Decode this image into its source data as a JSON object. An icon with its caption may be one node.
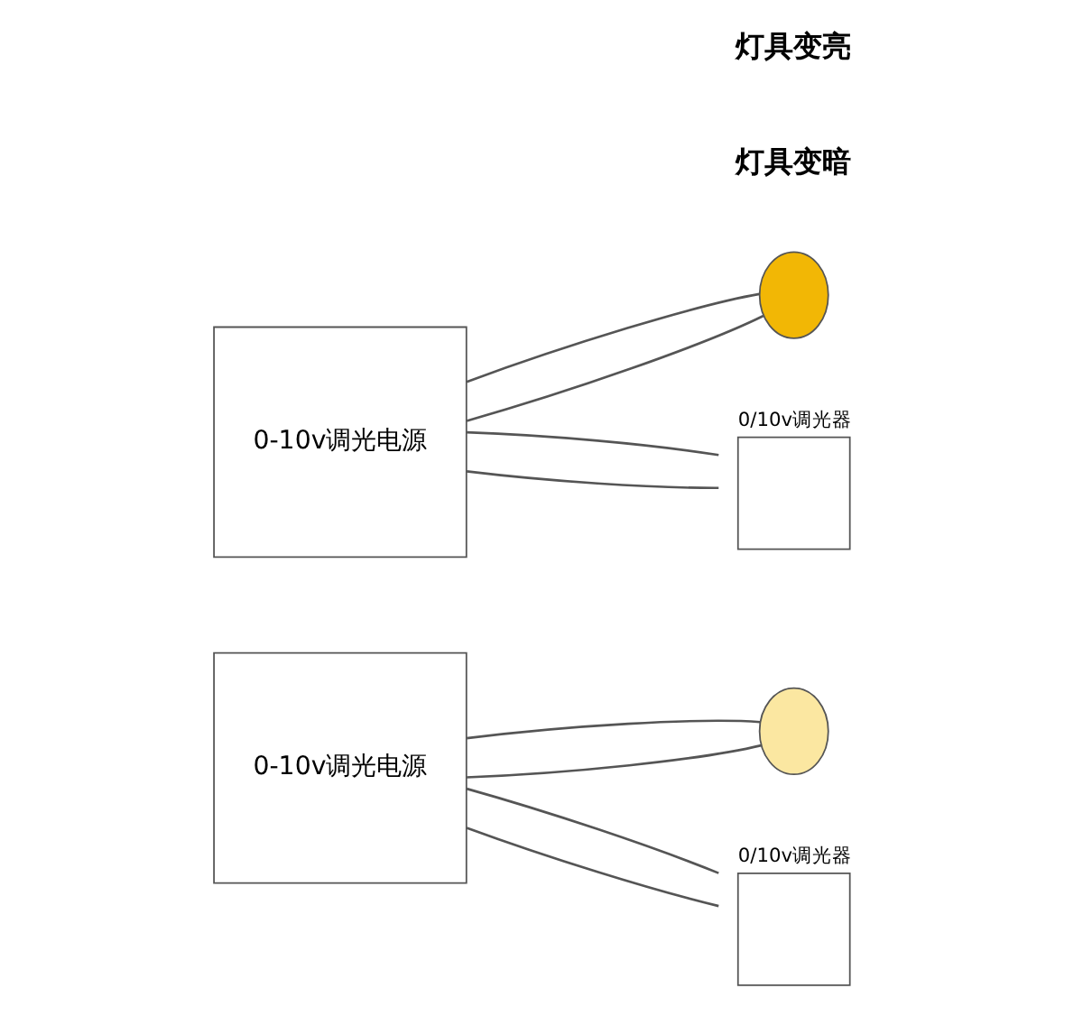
{
  "diagram": {
    "nodes": [
      {
        "text": [
          "0-10v调光电源"
        ]
      },
      {
        "text": [
          "0/10v调光器"
        ]
      },
      {
        "text": [],
        "shape": "bulb"
      },
      {
        "text": [
          "0-10v调光电源"
        ]
      },
      {
        "text": [
          "0/10v调光器"
        ]
      },
      {
        "text": [],
        "shape": "bulb"
      }
    ],
    "edges": [
      {
        "from": 0,
        "to": 1,
        "arrow": "none"
      },
      {
        "from": 0,
        "to": 1,
        "arrow": "none"
      },
      {
        "from": 0,
        "to": 2,
        "arrow": "none"
      },
      {
        "from": 0,
        "to": 2,
        "arrow": "none"
      },
      {
        "from": 3,
        "to": 4,
        "arrow": "none"
      },
      {
        "from": 3,
        "to": 4,
        "arrow": "none"
      },
      {
        "from": 3,
        "to": 5,
        "arrow": "none"
      },
      {
        "from": 3,
        "to": 5,
        "arrow": "none"
      }
    ],
    "labels": [
      "灯具变亮",
      "灯具变暗"
    ]
  }
}
